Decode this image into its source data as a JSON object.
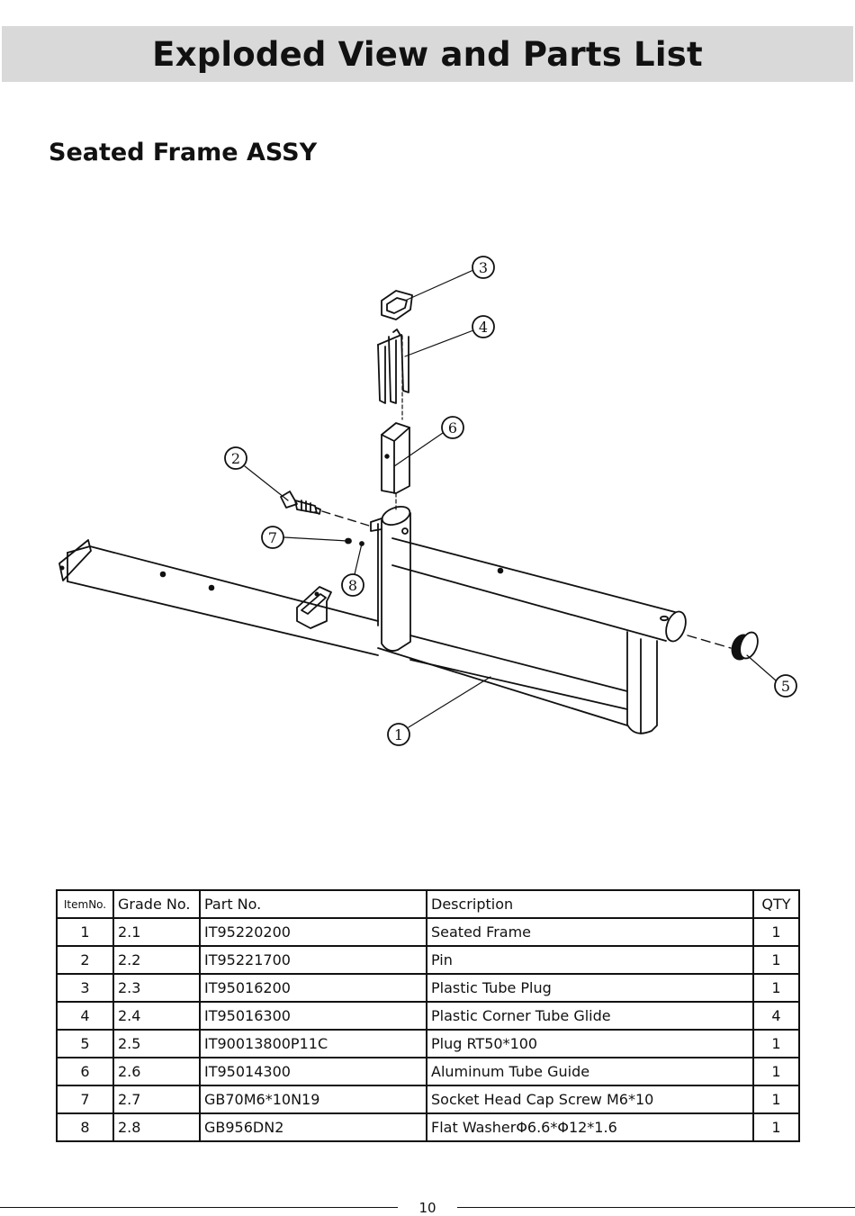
{
  "page": {
    "title": "Exploded View and Parts List",
    "subtitle": "Seated Frame ASSY",
    "page_number": "10"
  },
  "diagram": {
    "callouts": [
      "1",
      "2",
      "3",
      "4",
      "5",
      "6",
      "7",
      "8"
    ]
  },
  "parts_table": {
    "headers": {
      "item": "ItemNo.",
      "grade": "Grade No.",
      "part": "Part No.",
      "description": "Description",
      "qty": "QTY"
    },
    "rows": [
      {
        "item": "1",
        "grade": "2.1",
        "part": "IT95220200",
        "description": "Seated Frame",
        "qty": "1"
      },
      {
        "item": "2",
        "grade": "2.2",
        "part": "IT95221700",
        "description": "Pin",
        "qty": "1"
      },
      {
        "item": "3",
        "grade": "2.3",
        "part": "IT95016200",
        "description": "Plastic Tube Plug",
        "qty": "1"
      },
      {
        "item": "4",
        "grade": "2.4",
        "part": "IT95016300",
        "description": "Plastic Corner Tube Glide",
        "qty": "4"
      },
      {
        "item": "5",
        "grade": "2.5",
        "part": "IT90013800P11C",
        "description": "Plug RT50*100",
        "qty": "1"
      },
      {
        "item": "6",
        "grade": "2.6",
        "part": "IT95014300",
        "description": "Aluminum Tube Guide",
        "qty": "1"
      },
      {
        "item": "7",
        "grade": "2.7",
        "part": "GB70M6*10N19",
        "description": "Socket Head Cap Screw M6*10",
        "qty": "1"
      },
      {
        "item": "8",
        "grade": "2.8",
        "part": "GB956DN2",
        "description": "Flat WasherΦ6.6*Φ12*1.6",
        "qty": "1"
      }
    ]
  }
}
